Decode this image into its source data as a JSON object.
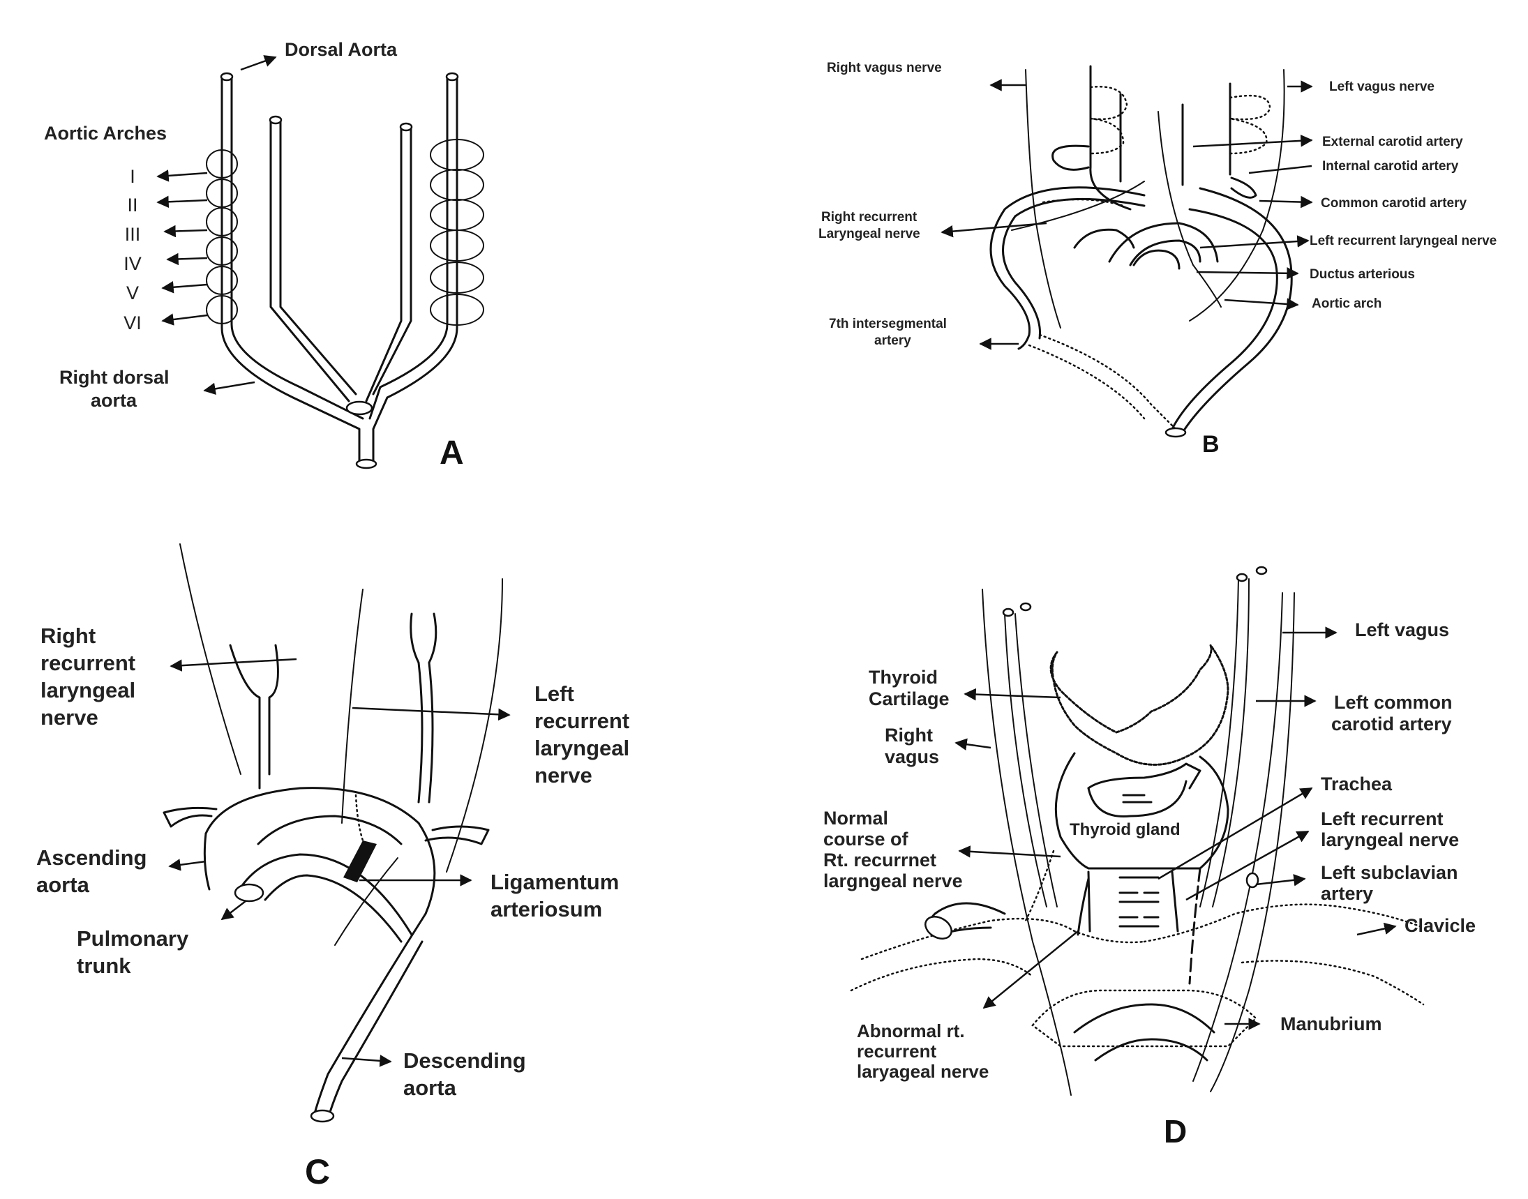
{
  "panels": {
    "a": {
      "letter": "A",
      "dorsal_aorta": "Dorsal Aorta",
      "aortic_arches": "Aortic Arches",
      "numerals": [
        "I",
        "II",
        "III",
        "IV",
        "V",
        "VI"
      ],
      "right_dorsal_1": "Right dorsal",
      "right_dorsal_2": "aorta"
    },
    "b": {
      "letter": "B",
      "right_vagus": "Right vagus nerve",
      "left_vagus": "Left vagus nerve",
      "external_carotid": "External carotid artery",
      "internal_carotid": "Internal carotid artery",
      "common_carotid": "Common carotid artery",
      "right_recurrent_1": "Right recurrent",
      "right_recurrent_2": "Laryngeal nerve",
      "left_recurrent": "Left recurrent laryngeal nerve",
      "ductus": "Ductus arterious",
      "aortic_arch": "Aortic arch",
      "seventh_1": "7th intersegmental",
      "seventh_2": "artery"
    },
    "c": {
      "letter": "C",
      "right_recurrent": [
        "Right",
        "recurrent",
        "laryngeal",
        "nerve"
      ],
      "left_recurrent": [
        "Left",
        "recurrent",
        "laryngeal",
        "nerve"
      ],
      "ascending": [
        "Ascending",
        "aorta"
      ],
      "ligamentum": [
        "Ligamentum",
        "arteriosum"
      ],
      "pulmonary": [
        "Pulmonary",
        "trunk"
      ],
      "descending": [
        "Descending",
        "aorta"
      ]
    },
    "d": {
      "letter": "D",
      "left_vagus": "Left vagus",
      "thyroid_cartilage": [
        "Thyroid",
        "Cartilage"
      ],
      "left_common_carotid": [
        "Left common",
        "carotid artery"
      ],
      "right_vagus": [
        "Right",
        "vagus"
      ],
      "trachea": "Trachea",
      "thyroid_gland": "Thyroid gland",
      "normal_course": [
        "Normal",
        "course of",
        "Rt. recurrnet",
        "largngeal nerve"
      ],
      "left_recurrent": [
        "Left recurrent",
        "laryngeal nerve"
      ],
      "left_subclavian": [
        "Left subclavian",
        "artery"
      ],
      "clavicle": "Clavicle",
      "manubrium": "Manubrium",
      "abnormal": [
        "Abnormal rt.",
        "recurrent",
        "laryageal nerve"
      ]
    }
  }
}
